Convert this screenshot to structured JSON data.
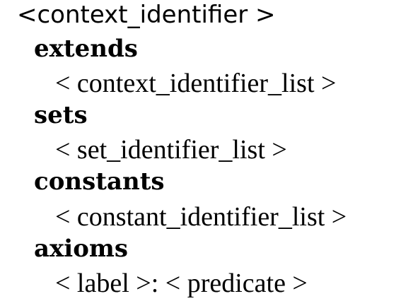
{
  "context_header": "<context_identifier >",
  "sections": [
    {
      "keyword": "extends",
      "content": "< context_identifier_list >"
    },
    {
      "keyword": "sets",
      "content": "< set_identifier_list >"
    },
    {
      "keyword": "constants",
      "content": "< constant_identifier_list >"
    },
    {
      "keyword": "axioms",
      "content": "< label >: < predicate >"
    }
  ]
}
